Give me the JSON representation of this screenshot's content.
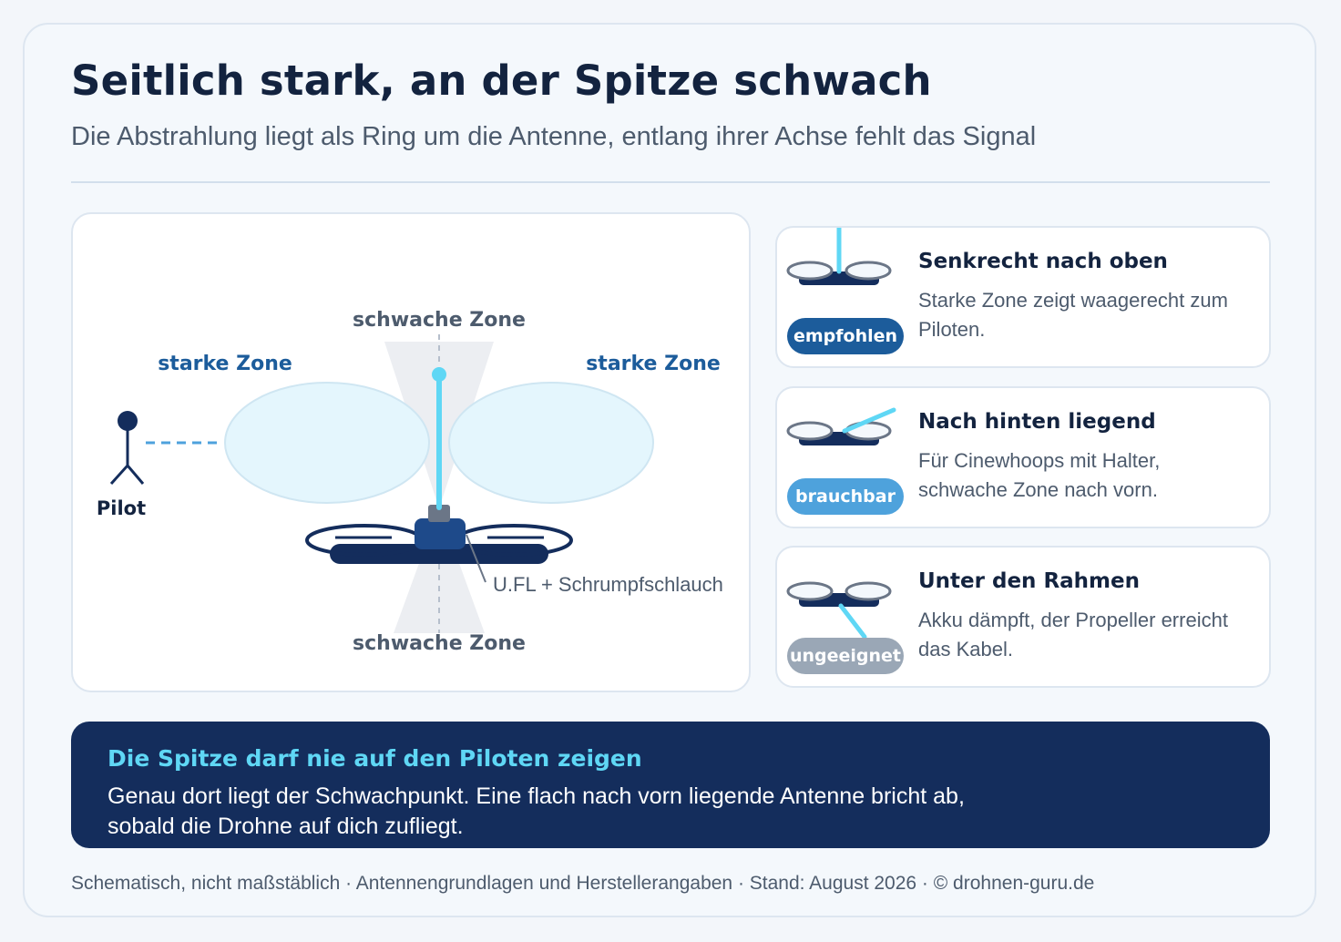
{
  "header": {
    "title": "Seitlich stark, an der Spitze schwach",
    "subtitle": "Die Abstrahlung liegt als Ring um die Antenne, entlang ihrer Achse fehlt das Signal"
  },
  "diagram": {
    "weak_zone_top": "schwache Zone",
    "weak_zone_bottom": "schwache Zone",
    "strong_zone_left": "starke Zone",
    "strong_zone_right": "starke Zone",
    "pilot_label": "Pilot",
    "connector_label": "U.FL + Schrumpfschlauch"
  },
  "options": [
    {
      "title": "Senkrecht nach oben",
      "description": "Starke Zone zeigt waagerecht zum Piloten.",
      "badge": "empfohlen",
      "badge_color": "#1c5c9b",
      "orientation": "vertical-up"
    },
    {
      "title": "Nach hinten liegend",
      "description": "Für Cinewhoops mit Halter, schwache Zone nach vorn.",
      "badge": "brauchbar",
      "badge_color": "#4ea2dc",
      "orientation": "tilted-back"
    },
    {
      "title": "Unter den Rahmen",
      "description": "Akku dämpft, der Propeller erreicht das Kabel.",
      "badge": "ungeeignet",
      "badge_color": "#9aa7b6",
      "orientation": "below-frame"
    }
  ],
  "banner": {
    "title": "Die Spitze darf nie auf den Piloten zeigen",
    "text": "Genau dort liegt der Schwachpunkt. Eine flach nach vorn liegende Antenne bricht ab, sobald die Drohne auf dich zufliegt."
  },
  "footer": "Schematisch, nicht maßstäblich · Antennengrundlagen und Herstellerangaben · Stand: August 2026 · © drohnen-guru.de",
  "colors": {
    "navy": "#142d5c",
    "cyan": "#5fd7f5",
    "strong_zone_fill": "#e4f6fd",
    "zone_label_blue": "#1c5c9b",
    "weak_zone_gray": "#eceef2"
  }
}
